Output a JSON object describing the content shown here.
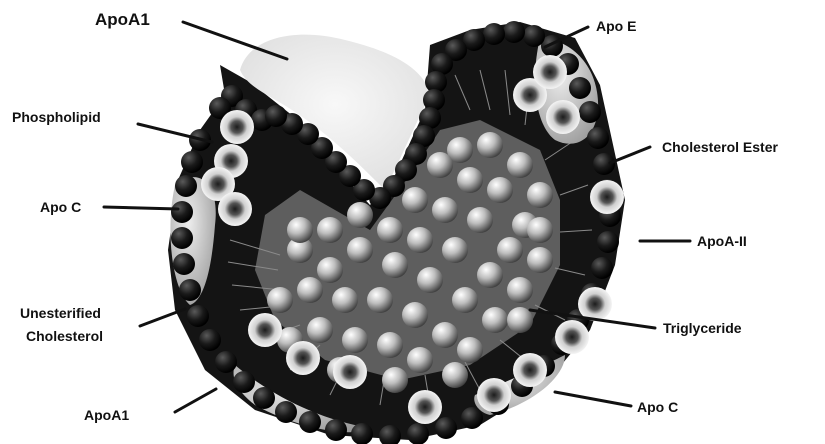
{
  "labels": {
    "apoa1_top": "ApoA1",
    "apo_e": "Apo E",
    "phospholipid": "Phospholipid",
    "cholesterol_ester": "Cholesterol Ester",
    "apo_c_left": "Apo C",
    "apoa_ii": "ApoA-II",
    "unesterified_line1": "Unesterified",
    "unesterified_line2": "Cholesterol",
    "triglyceride": "Triglyceride",
    "apoa1_bottom": "ApoA1",
    "apo_c_bottom": "Apo C"
  },
  "colors": {
    "shell": "#151515",
    "protein": "#c8c8c8",
    "core": "#6e6e6e",
    "sphere_light": "#ffffff",
    "sphere_dark": "#1c1c1c",
    "cholesterol_center": "#4a4a4a"
  }
}
